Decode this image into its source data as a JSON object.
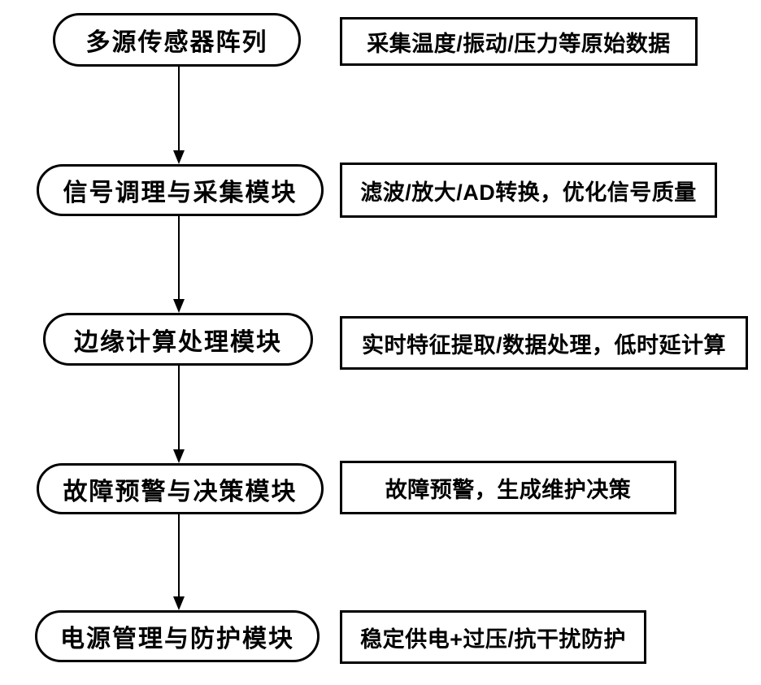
{
  "diagram": {
    "type": "flowchart",
    "direction": "top-down",
    "colors": {
      "stroke": "#000000",
      "background": "#ffffff",
      "text": "#000000"
    },
    "rows": [
      {
        "node": "多源传感器阵列",
        "note": "采集温度/振动/压力等原始数据"
      },
      {
        "node": "信号调理与采集模块",
        "note": "滤波/放大/AD转换，优化信号质量"
      },
      {
        "node": "边缘计算处理模块",
        "note": "实时特征提取/数据处理，低时延计算"
      },
      {
        "node": "故障预警与决策模块",
        "note": "故障预警，生成维护决策"
      },
      {
        "node": "电源管理与防护模块",
        "note": "稳定供电+过压/抗干扰防护"
      }
    ]
  }
}
